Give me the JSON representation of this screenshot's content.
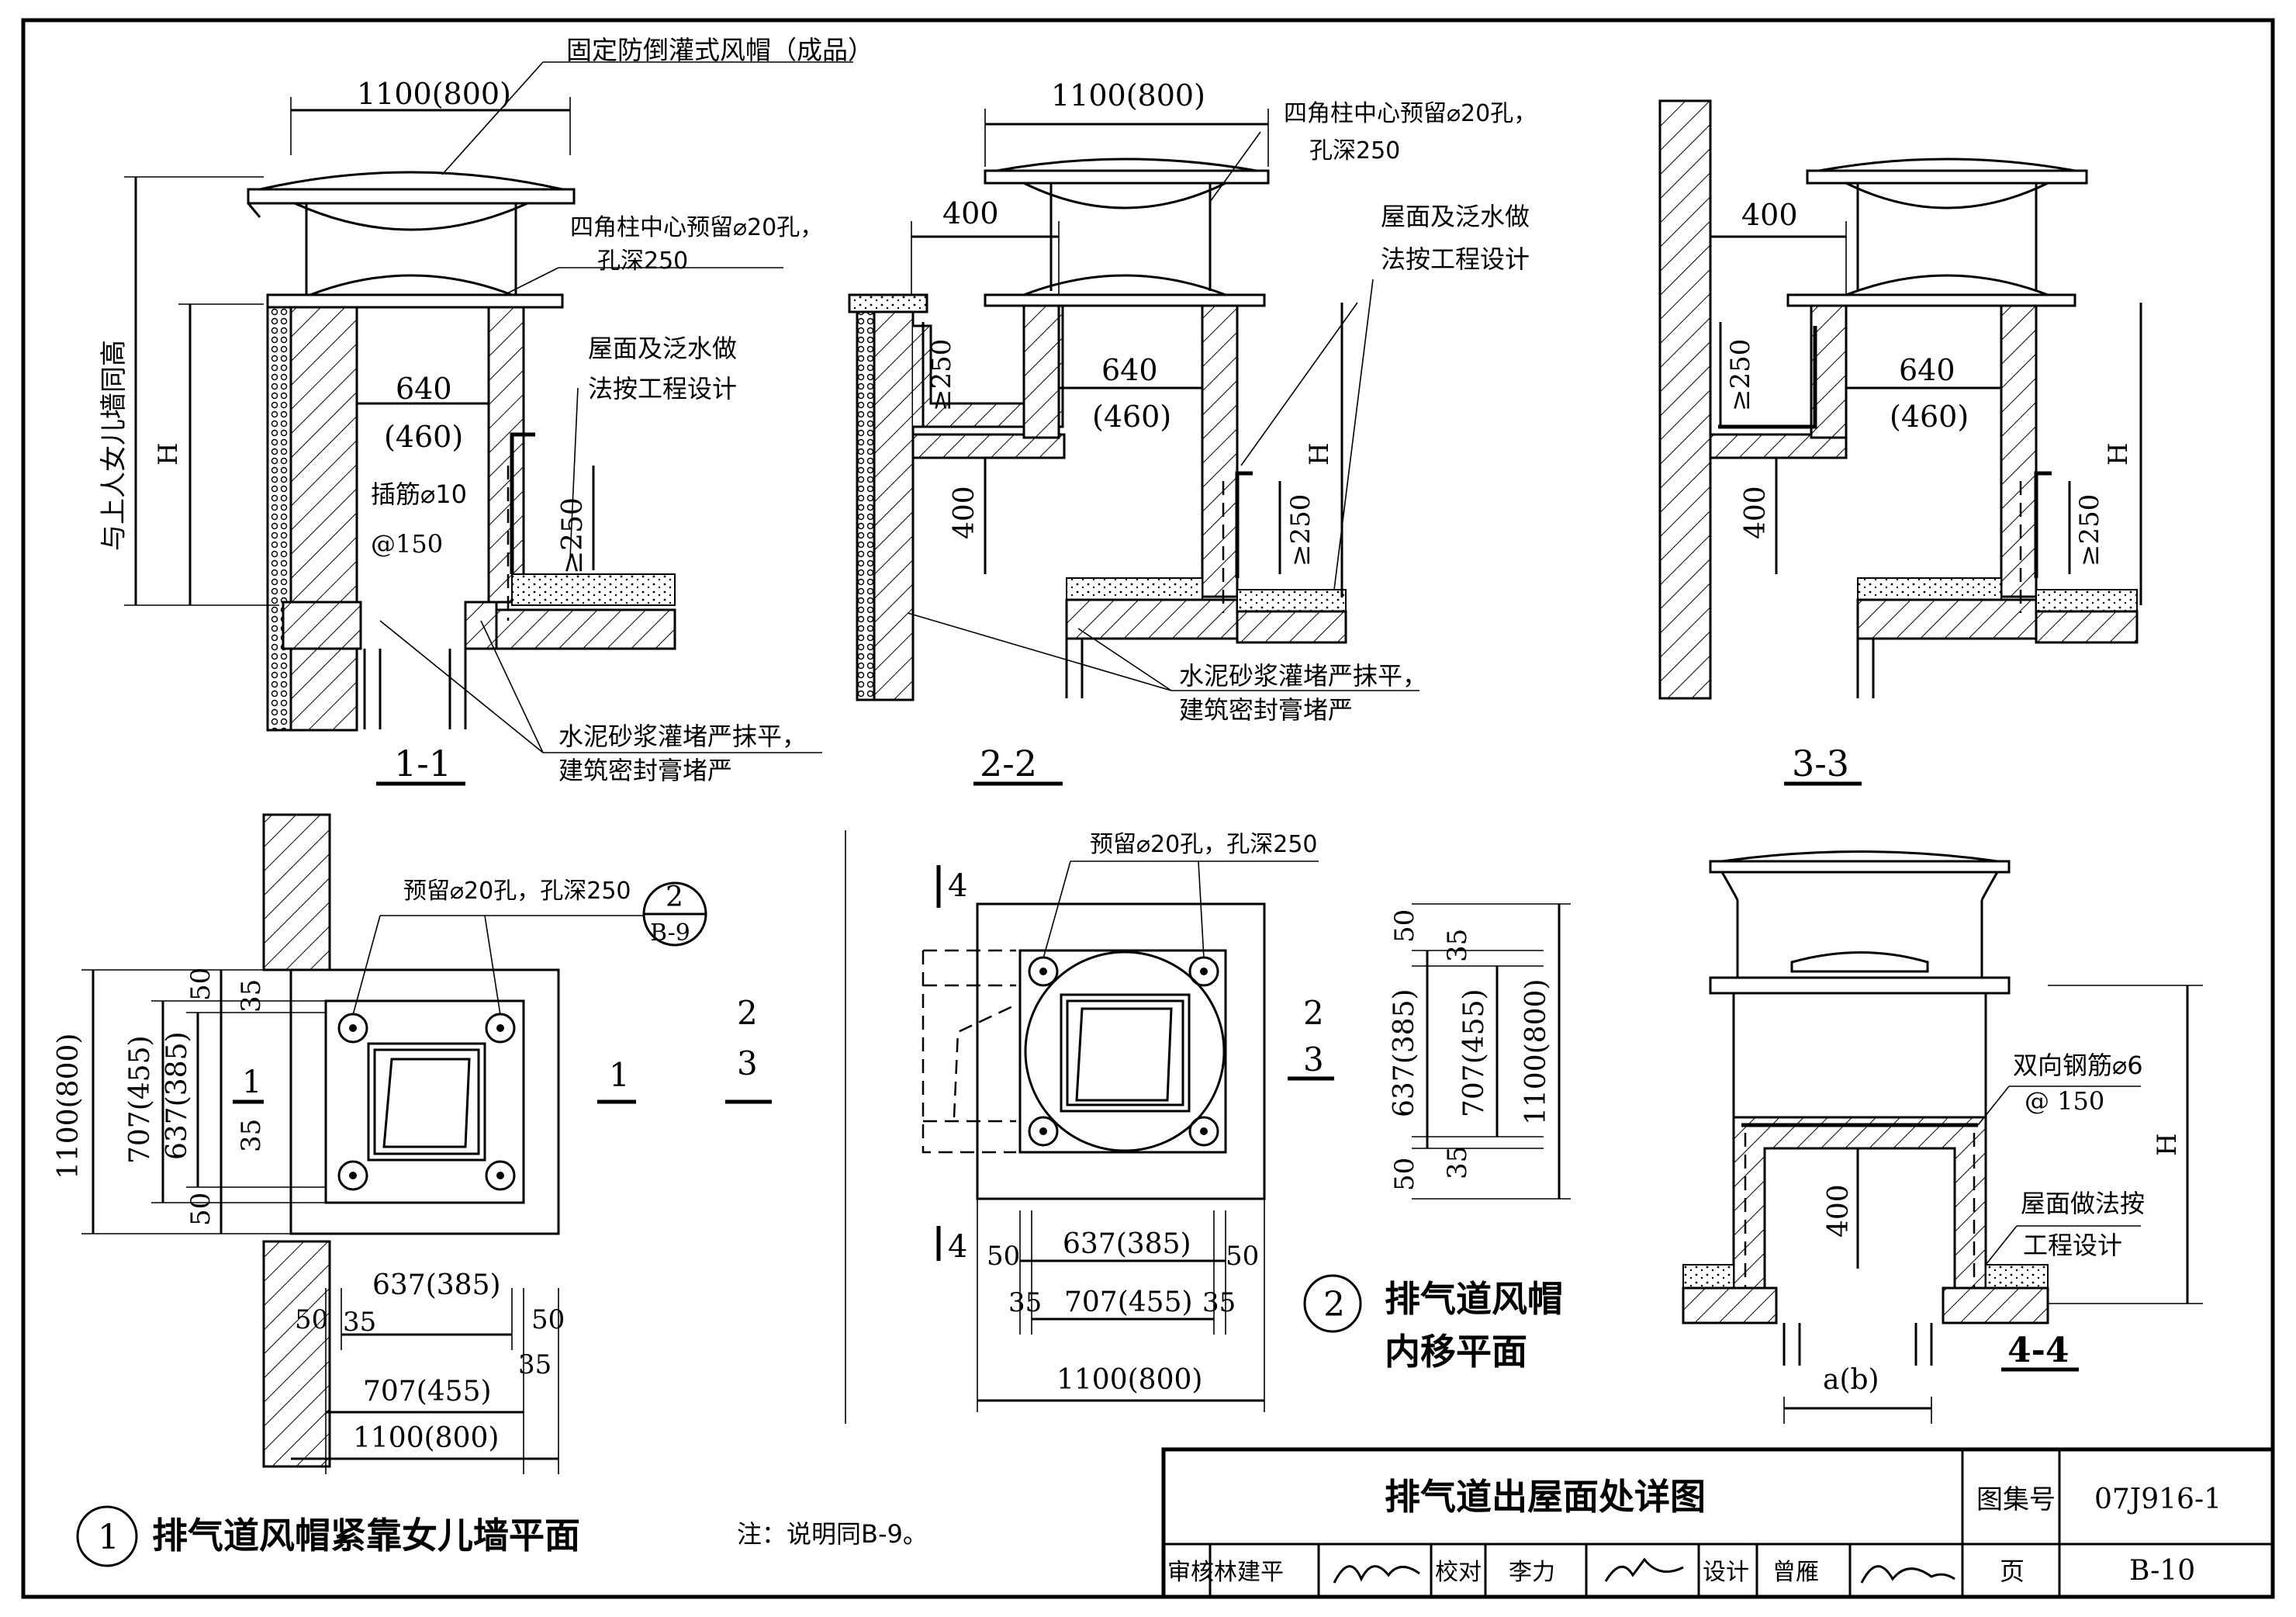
{
  "title_block": {
    "drawing_title": "排气道出屋面处详图",
    "atlas_label": "图集号",
    "atlas_no": "07J916-1",
    "page_label": "页",
    "page_no": "B-10",
    "review_label": "审核",
    "reviewer": "林建平",
    "check_label": "校对",
    "checker": "李力",
    "design_label": "设计",
    "designer": "曾雁"
  },
  "section_1_1": {
    "label": "1-1",
    "cap_note": "固定防倒灌式风帽（成品）",
    "cap_width": "1100(800)",
    "hole_note_a": "四角柱中心预留⌀20孔，",
    "hole_note_b": "孔深250",
    "roof_note_a": "屋面及泛水做",
    "roof_note_b": "法按工程设计",
    "inner_dim_a": "640",
    "inner_dim_b": "(460)",
    "rebar_a": "插筋⌀10",
    "rebar_b": "@150",
    "flash_height": "≥250",
    "parapet_height": "与上人女儿墙同高",
    "height": "H",
    "mortar_note_a": "水泥砂浆灌堵严抹平，",
    "mortar_note_b": "建筑密封膏堵严"
  },
  "section_2_2": {
    "label": "2-2",
    "cap_width": "1100(800)",
    "hole_note_a": "四角柱中心预留⌀20孔，",
    "hole_note_b": "孔深250",
    "roof_note_a": "屋面及泛水做",
    "roof_note_b": "法按工程设计",
    "offset": "400",
    "gutter_height": "≥250",
    "inner_dim_a": "640",
    "inner_dim_b": "(460)",
    "drop": "400",
    "flash_height": "≥250",
    "height": "H",
    "mortar_note_a": "水泥砂浆灌堵严抹平，",
    "mortar_note_b": "建筑密封膏堵严"
  },
  "section_3_3": {
    "label": "3-3",
    "offset": "400",
    "gutter_height": "≥250",
    "inner_dim_a": "640",
    "inner_dim_b": "(460)",
    "drop": "400",
    "flash_height": "≥250",
    "height": "H"
  },
  "plan_1": {
    "number": "1",
    "title": "排气道风帽紧靠女儿墙平面",
    "hole_note": "预留⌀20孔，孔深250",
    "ref_top": "2",
    "ref_bottom": "B-9",
    "cut_1": "1",
    "cut_2a": "2",
    "cut_2b": "3",
    "cut_left": "1",
    "v_dim_50a": "50",
    "v_dim_35a": "35",
    "v_dim_outer": "1100(800)",
    "v_dim_707": "707(455)",
    "v_dim_637": "637(385)",
    "v_dim_35b": "35",
    "v_dim_50b": "50",
    "h_dim_637": "637(385)",
    "h_dim_50a": "50",
    "h_dim_35a": "35",
    "h_dim_50b": "50",
    "h_dim_35b": "35",
    "h_dim_707": "707(455)",
    "h_dim_outer": "1100(800)",
    "note": "注：说明同B-9。"
  },
  "plan_2": {
    "number": "2",
    "title_a": "排气道风帽",
    "title_b": "内移平面",
    "hole_note": "预留⌀20孔，孔深250",
    "cut_4a": "4",
    "cut_4b": "4",
    "cut_2a": "2",
    "cut_2b": "3",
    "h_dim_50a": "50",
    "h_dim_637": "637(385)",
    "h_dim_50b": "50",
    "h_dim_35a": "35",
    "h_dim_707": "707(455)",
    "h_dim_35b": "35",
    "h_dim_outer": "1100(800)",
    "v_dim_50a": "50",
    "v_dim_35a": "35",
    "v_dim_637": "637(385)",
    "v_dim_707": "707(455)",
    "v_dim_outer": "1100(800)",
    "v_dim_50b": "50",
    "v_dim_35b": "35"
  },
  "section_4_4": {
    "label": "4-4",
    "rebar_a": "双向钢筋⌀6",
    "rebar_b": "@ 150",
    "roof_note_a": "屋面做法按",
    "roof_note_b": "工程设计",
    "inner_height": "400",
    "height": "H",
    "width": "a(b)"
  }
}
